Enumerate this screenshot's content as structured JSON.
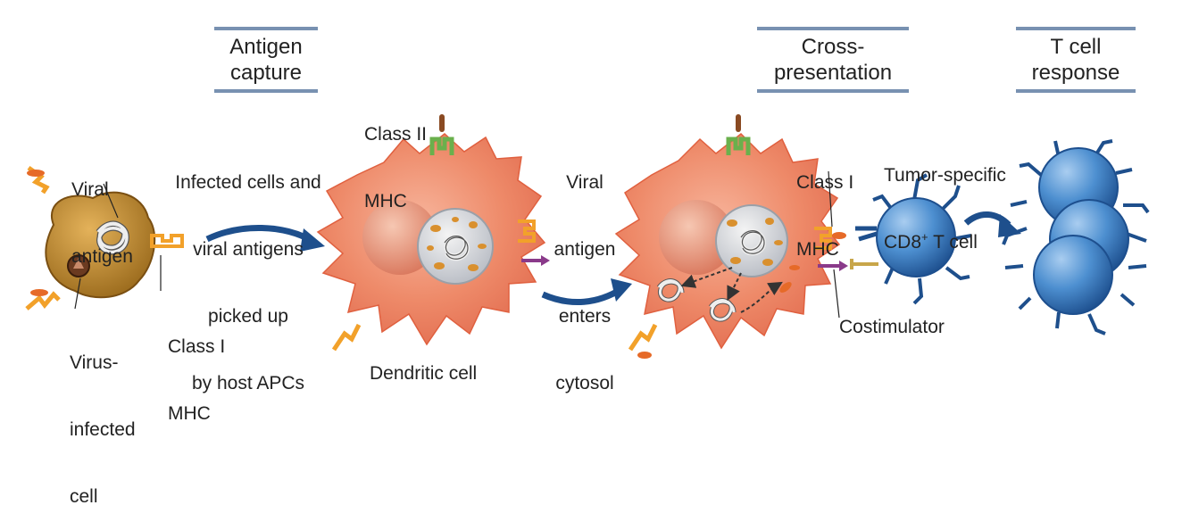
{
  "headers": {
    "antigen_capture": [
      "Antigen",
      "capture"
    ],
    "cross_presentation": [
      "Cross-",
      "presentation"
    ],
    "t_cell_response": [
      "T cell",
      "response"
    ]
  },
  "labels": {
    "viral_antigen": [
      "Viral",
      "antigen"
    ],
    "virus_infected_cell": [
      "Virus-",
      "infected",
      "cell"
    ],
    "class_i_mhc_left": [
      "Class I",
      "MHC"
    ],
    "infected_cells_picked_up": [
      "Infected cells and",
      "viral antigens",
      "picked up",
      "by host APCs"
    ],
    "class_ii_mhc": [
      "Class II",
      "MHC"
    ],
    "dendritic_cell": "Dendritic cell",
    "viral_antigen_enters_cytosol": [
      "Viral",
      "antigen",
      "enters",
      "cytosol"
    ],
    "class_i_mhc_right": [
      "Class I",
      "MHC"
    ],
    "tumor_specific": "Tumor-specific",
    "cd8_prefix": "CD8",
    "cd8_sup": "+",
    "cd8_suffix": " T cell",
    "costimulator": "Costimulator"
  },
  "colors": {
    "header_bar": "#7891b1",
    "dendritic_cell": "#f08a6a",
    "arrow": "#1e4f8c",
    "t_cell": "#2e6fb8",
    "mhc_class_i": "#f2a12a",
    "mhc_class_ii": "#6ab04c",
    "costimulator": "#8a3a8a"
  }
}
